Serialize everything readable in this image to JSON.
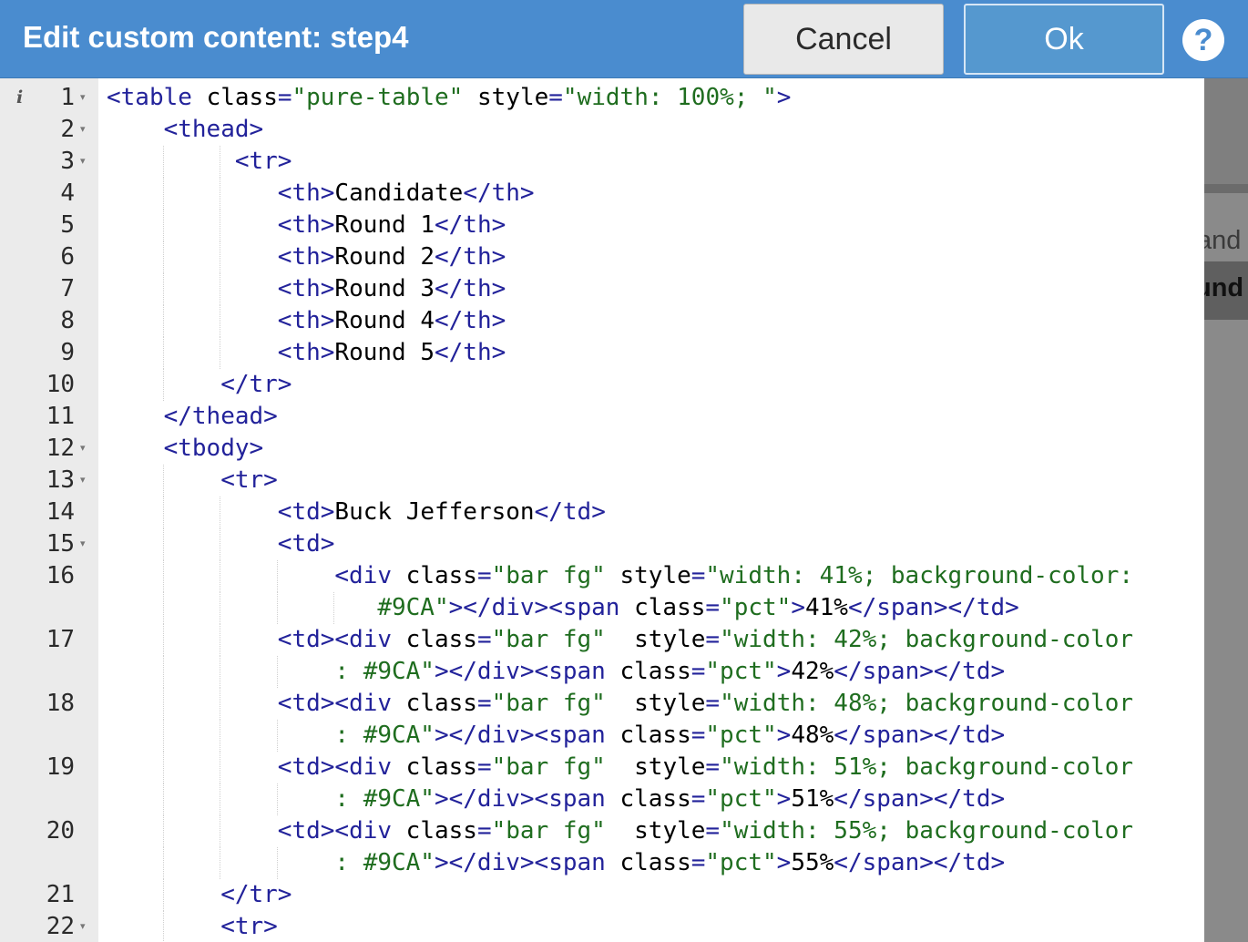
{
  "dialog": {
    "title": "Edit custom content: step4",
    "cancel_label": "Cancel",
    "ok_label": "Ok",
    "help_label": "?",
    "info_glyph": "i"
  },
  "background": {
    "partial_text_1": "and",
    "partial_text_2": "und"
  },
  "colors": {
    "titlebar": "#4a8ccf",
    "tag": "#22229a",
    "string": "#1f6d1f",
    "gutter": "#ebebeb"
  },
  "editor": {
    "lines": [
      {
        "n": "1",
        "fold": true,
        "indent": 0,
        "tokens": [
          [
            "t",
            "<table"
          ],
          [
            "a",
            " class"
          ],
          [
            "t",
            "="
          ],
          [
            "s",
            "\"pure-table\""
          ],
          [
            "a",
            " style"
          ],
          [
            "t",
            "="
          ],
          [
            "s",
            "\"width: 100%; \""
          ],
          [
            "t",
            ">"
          ]
        ]
      },
      {
        "n": "2",
        "fold": true,
        "indent": 4,
        "tokens": [
          [
            "t",
            "<thead>"
          ]
        ]
      },
      {
        "n": "3",
        "fold": true,
        "indent": 9,
        "tokens": [
          [
            "t",
            "<tr>"
          ]
        ]
      },
      {
        "n": "4",
        "fold": false,
        "indent": 12,
        "tokens": [
          [
            "t",
            "<th>"
          ],
          [
            "x",
            "Candidate"
          ],
          [
            "t",
            "</th>"
          ]
        ]
      },
      {
        "n": "5",
        "fold": false,
        "indent": 12,
        "tokens": [
          [
            "t",
            "<th>"
          ],
          [
            "x",
            "Round 1"
          ],
          [
            "t",
            "</th>"
          ]
        ]
      },
      {
        "n": "6",
        "fold": false,
        "indent": 12,
        "tokens": [
          [
            "t",
            "<th>"
          ],
          [
            "x",
            "Round 2"
          ],
          [
            "t",
            "</th>"
          ]
        ]
      },
      {
        "n": "7",
        "fold": false,
        "indent": 12,
        "tokens": [
          [
            "t",
            "<th>"
          ],
          [
            "x",
            "Round 3"
          ],
          [
            "t",
            "</th>"
          ]
        ]
      },
      {
        "n": "8",
        "fold": false,
        "indent": 12,
        "tokens": [
          [
            "t",
            "<th>"
          ],
          [
            "x",
            "Round 4"
          ],
          [
            "t",
            "</th>"
          ]
        ]
      },
      {
        "n": "9",
        "fold": false,
        "indent": 12,
        "tokens": [
          [
            "t",
            "<th>"
          ],
          [
            "x",
            "Round 5"
          ],
          [
            "t",
            "</th>"
          ]
        ]
      },
      {
        "n": "10",
        "fold": false,
        "indent": 8,
        "tokens": [
          [
            "t",
            "</tr>"
          ]
        ]
      },
      {
        "n": "11",
        "fold": false,
        "indent": 4,
        "tokens": [
          [
            "t",
            "</thead>"
          ]
        ]
      },
      {
        "n": "12",
        "fold": true,
        "indent": 4,
        "tokens": [
          [
            "t",
            "<tbody>"
          ]
        ]
      },
      {
        "n": "13",
        "fold": true,
        "indent": 8,
        "tokens": [
          [
            "t",
            "<tr>"
          ]
        ]
      },
      {
        "n": "14",
        "fold": false,
        "indent": 12,
        "tokens": [
          [
            "t",
            "<td>"
          ],
          [
            "x",
            "Buck Jefferson"
          ],
          [
            "t",
            "</td>"
          ]
        ]
      },
      {
        "n": "15",
        "fold": true,
        "indent": 12,
        "tokens": [
          [
            "t",
            "<td>"
          ]
        ]
      },
      {
        "n": "16",
        "fold": false,
        "indent": 16,
        "tokens": [
          [
            "t",
            "<div"
          ],
          [
            "a",
            " class"
          ],
          [
            "t",
            "="
          ],
          [
            "s",
            "\"bar fg\""
          ],
          [
            "a",
            " style"
          ],
          [
            "t",
            "="
          ],
          [
            "s",
            "\"width: 41%; background-color:"
          ]
        ]
      },
      {
        "n": "",
        "fold": false,
        "indent": 19,
        "tokens": [
          [
            "s",
            "#9CA\""
          ],
          [
            "t",
            "></div><span"
          ],
          [
            "a",
            " class"
          ],
          [
            "t",
            "="
          ],
          [
            "s",
            "\"pct\""
          ],
          [
            "t",
            ">"
          ],
          [
            "x",
            "41%"
          ],
          [
            "t",
            "</span></td>"
          ]
        ]
      },
      {
        "n": "17",
        "fold": false,
        "indent": 12,
        "tokens": [
          [
            "t",
            "<td><div"
          ],
          [
            "a",
            " class"
          ],
          [
            "t",
            "="
          ],
          [
            "s",
            "\"bar fg\""
          ],
          [
            "a",
            "  style"
          ],
          [
            "t",
            "="
          ],
          [
            "s",
            "\"width: 42%; background-color"
          ]
        ]
      },
      {
        "n": "",
        "fold": false,
        "indent": 16,
        "tokens": [
          [
            "s",
            ": #9CA\""
          ],
          [
            "t",
            "></div><span"
          ],
          [
            "a",
            " class"
          ],
          [
            "t",
            "="
          ],
          [
            "s",
            "\"pct\""
          ],
          [
            "t",
            ">"
          ],
          [
            "x",
            "42%"
          ],
          [
            "t",
            "</span></td>"
          ]
        ]
      },
      {
        "n": "18",
        "fold": false,
        "indent": 12,
        "tokens": [
          [
            "t",
            "<td><div"
          ],
          [
            "a",
            " class"
          ],
          [
            "t",
            "="
          ],
          [
            "s",
            "\"bar fg\""
          ],
          [
            "a",
            "  style"
          ],
          [
            "t",
            "="
          ],
          [
            "s",
            "\"width: 48%; background-color"
          ]
        ]
      },
      {
        "n": "",
        "fold": false,
        "indent": 16,
        "tokens": [
          [
            "s",
            ": #9CA\""
          ],
          [
            "t",
            "></div><span"
          ],
          [
            "a",
            " class"
          ],
          [
            "t",
            "="
          ],
          [
            "s",
            "\"pct\""
          ],
          [
            "t",
            ">"
          ],
          [
            "x",
            "48%"
          ],
          [
            "t",
            "</span></td>"
          ]
        ]
      },
      {
        "n": "19",
        "fold": false,
        "indent": 12,
        "tokens": [
          [
            "t",
            "<td><div"
          ],
          [
            "a",
            " class"
          ],
          [
            "t",
            "="
          ],
          [
            "s",
            "\"bar fg\""
          ],
          [
            "a",
            "  style"
          ],
          [
            "t",
            "="
          ],
          [
            "s",
            "\"width: 51%; background-color"
          ]
        ]
      },
      {
        "n": "",
        "fold": false,
        "indent": 16,
        "tokens": [
          [
            "s",
            ": #9CA\""
          ],
          [
            "t",
            "></div><span"
          ],
          [
            "a",
            " class"
          ],
          [
            "t",
            "="
          ],
          [
            "s",
            "\"pct\""
          ],
          [
            "t",
            ">"
          ],
          [
            "x",
            "51%"
          ],
          [
            "t",
            "</span></td>"
          ]
        ]
      },
      {
        "n": "20",
        "fold": false,
        "indent": 12,
        "tokens": [
          [
            "t",
            "<td><div"
          ],
          [
            "a",
            " class"
          ],
          [
            "t",
            "="
          ],
          [
            "s",
            "\"bar fg\""
          ],
          [
            "a",
            "  style"
          ],
          [
            "t",
            "="
          ],
          [
            "s",
            "\"width: 55%; background-color"
          ]
        ]
      },
      {
        "n": "",
        "fold": false,
        "indent": 16,
        "tokens": [
          [
            "s",
            ": #9CA\""
          ],
          [
            "t",
            "></div><span"
          ],
          [
            "a",
            " class"
          ],
          [
            "t",
            "="
          ],
          [
            "s",
            "\"pct\""
          ],
          [
            "t",
            ">"
          ],
          [
            "x",
            "55%"
          ],
          [
            "t",
            "</span></td>"
          ]
        ]
      },
      {
        "n": "21",
        "fold": false,
        "indent": 8,
        "tokens": [
          [
            "t",
            "</tr>"
          ]
        ]
      },
      {
        "n": "22",
        "fold": true,
        "indent": 8,
        "tokens": [
          [
            "t",
            "<tr>"
          ]
        ]
      }
    ]
  }
}
